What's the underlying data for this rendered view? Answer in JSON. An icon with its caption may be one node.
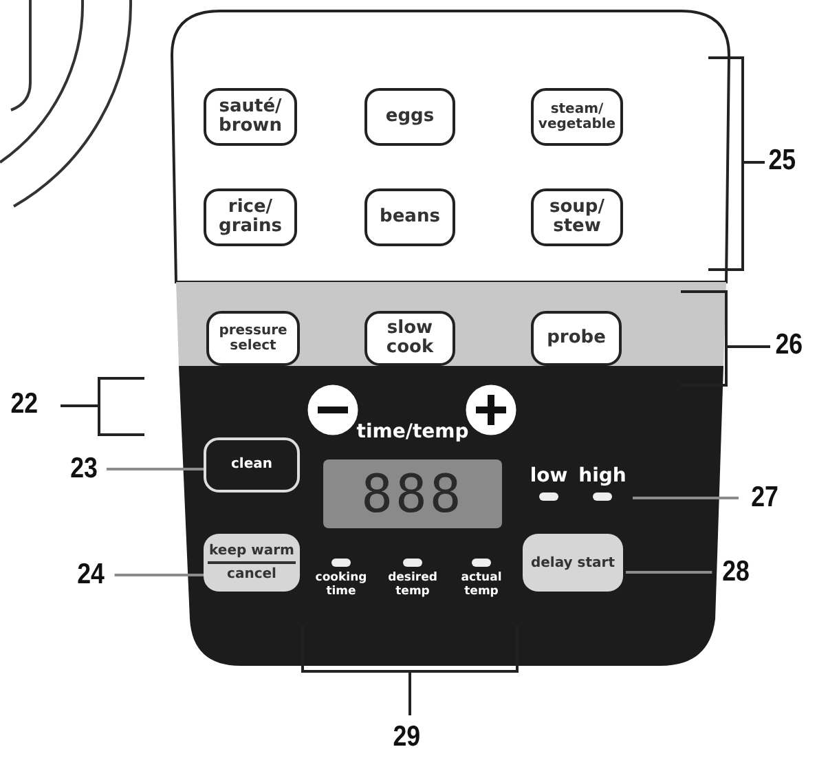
{
  "diagram": {
    "nodes": [
      {
        "text": [
          "sauté/ brown"
        ]
      },
      {
        "text": [
          "eggs"
        ]
      },
      {
        "text": [
          "steam/ vegetable"
        ]
      },
      {
        "text": [
          "rice/ grains"
        ]
      },
      {
        "text": [
          "beans"
        ]
      },
      {
        "text": [
          "soup/ stew"
        ]
      },
      {
        "text": [
          "pressure select"
        ]
      },
      {
        "text": [
          "slow cook"
        ]
      },
      {
        "text": [
          "probe"
        ]
      },
      {
        "text": [
          "clean"
        ]
      },
      {
        "text": [
          "keep warm",
          "cancel"
        ]
      },
      {
        "text": [
          "delay start"
        ]
      },
      {
        "text": [
          "888"
        ]
      },
      {
        "text": [],
        "shape": "circle"
      },
      {
        "text": [],
        "shape": "circle"
      },
      {
        "text": [
          "low"
        ]
      },
      {
        "text": [
          "high"
        ]
      },
      {
        "text": [
          "cooking time"
        ]
      },
      {
        "text": [
          "desired temp"
        ]
      },
      {
        "text": [
          "actual temp"
        ]
      },
      {
        "text": [
          "23"
        ]
      },
      {
        "text": [
          "24"
        ]
      },
      {
        "text": [
          "27"
        ]
      },
      {
        "text": [
          "28"
        ]
      }
    ],
    "edges": [
      {
        "from": 20,
        "to": 9,
        "arrow": "none"
      },
      {
        "from": 21,
        "to": 10,
        "arrow": "none"
      },
      {
        "from": 22,
        "to": 16,
        "arrow": "none"
      },
      {
        "from": 23,
        "to": 11,
        "arrow": "none"
      }
    ],
    "labels": [
      "25",
      "26",
      "22",
      "time/temp",
      "29"
    ]
  }
}
